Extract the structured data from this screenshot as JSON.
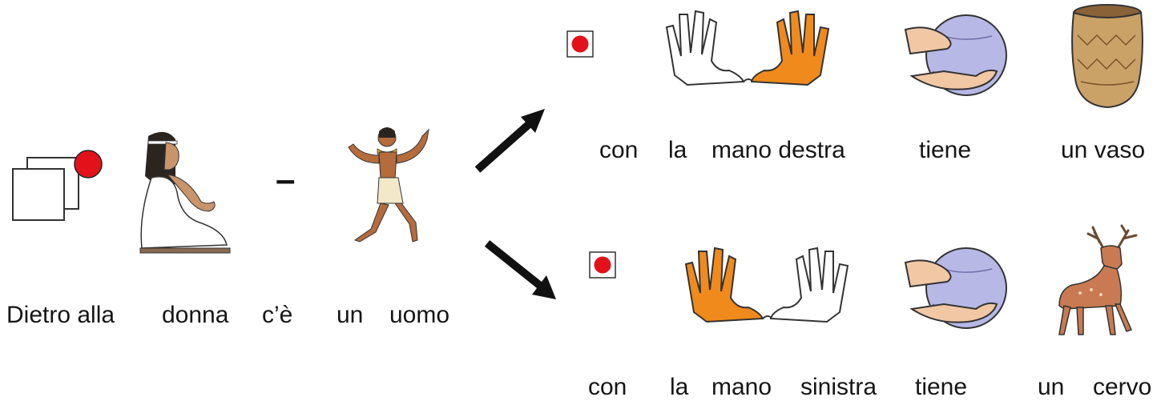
{
  "left_sentence": {
    "words": [
      "Dietro alla",
      "donna",
      "c’è",
      "un",
      "uomo"
    ],
    "dash": "–"
  },
  "top_branch": {
    "words": [
      "con",
      "la",
      "mano destra",
      "tiene",
      "un vaso"
    ]
  },
  "bottom_branch": {
    "words": [
      "con",
      "la",
      "mano",
      "sinistra",
      "tiene",
      "un",
      "cervo"
    ]
  },
  "icons": {
    "behind": "behind-squares-icon",
    "woman": "egyptian-woman-icon",
    "man": "egyptian-man-icon",
    "record": "red-dot-icon",
    "right_hand": "right-hand-icon",
    "left_hand": "left-hand-icon",
    "holding": "holding-ball-icon",
    "vase": "vase-icon",
    "deer": "deer-icon"
  },
  "colors": {
    "hand_orange": "#f08a1c",
    "red_dot": "#e3121a",
    "ball": "#b7b8e6",
    "skin": "#f2c7a4",
    "vase": "#caa167",
    "deer": "#c97a52",
    "arrow": "#111111"
  }
}
